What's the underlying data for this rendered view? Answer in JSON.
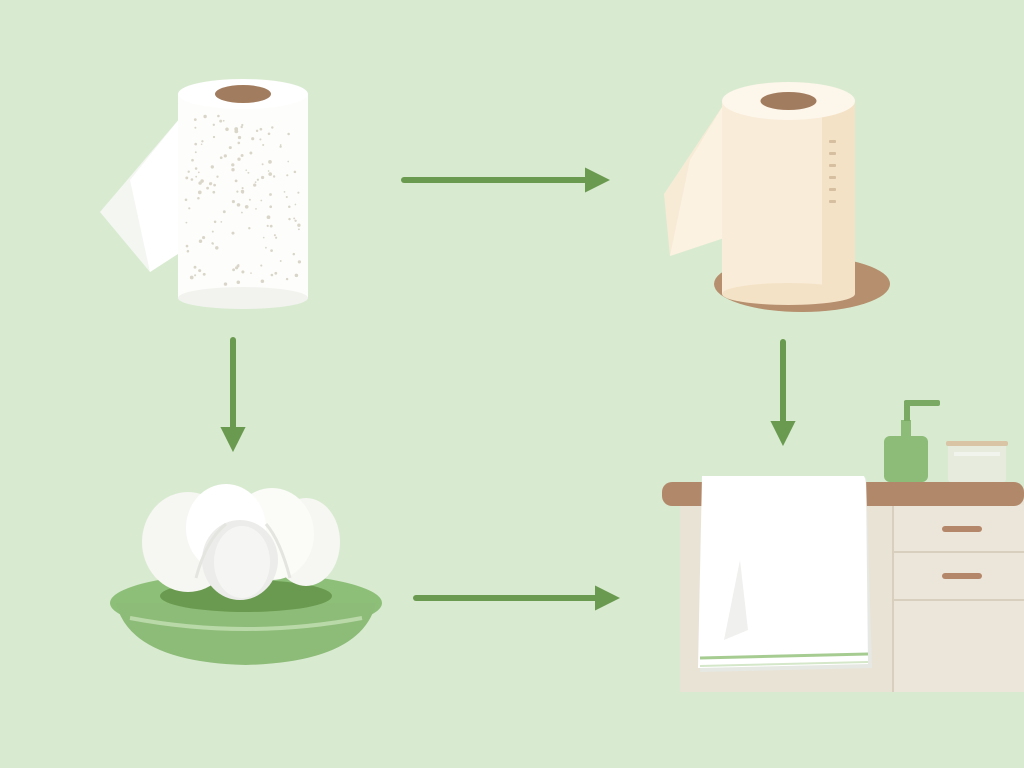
{
  "scene": {
    "background_color": "#d8ebd0",
    "accent_green": "#6a9a4f",
    "nodes": [
      {
        "id": "white-paper-towel-roll",
        "icon": "paper-towel-roll-icon"
      },
      {
        "id": "unbleached-paper-towel-roll",
        "icon": "paper-towel-roll-icon"
      },
      {
        "id": "tissue-bowl",
        "icon": "tissue-bowl-icon"
      },
      {
        "id": "cloth-towel-counter",
        "icon": "towel-icon"
      }
    ],
    "arrows": [
      {
        "from": "white-paper-towel-roll",
        "to": "unbleached-paper-towel-roll",
        "direction": "right"
      },
      {
        "from": "white-paper-towel-roll",
        "to": "tissue-bowl",
        "direction": "down"
      },
      {
        "from": "unbleached-paper-towel-roll",
        "to": "cloth-towel-counter",
        "direction": "down"
      },
      {
        "from": "tissue-bowl",
        "to": "cloth-towel-counter",
        "direction": "right"
      }
    ]
  }
}
